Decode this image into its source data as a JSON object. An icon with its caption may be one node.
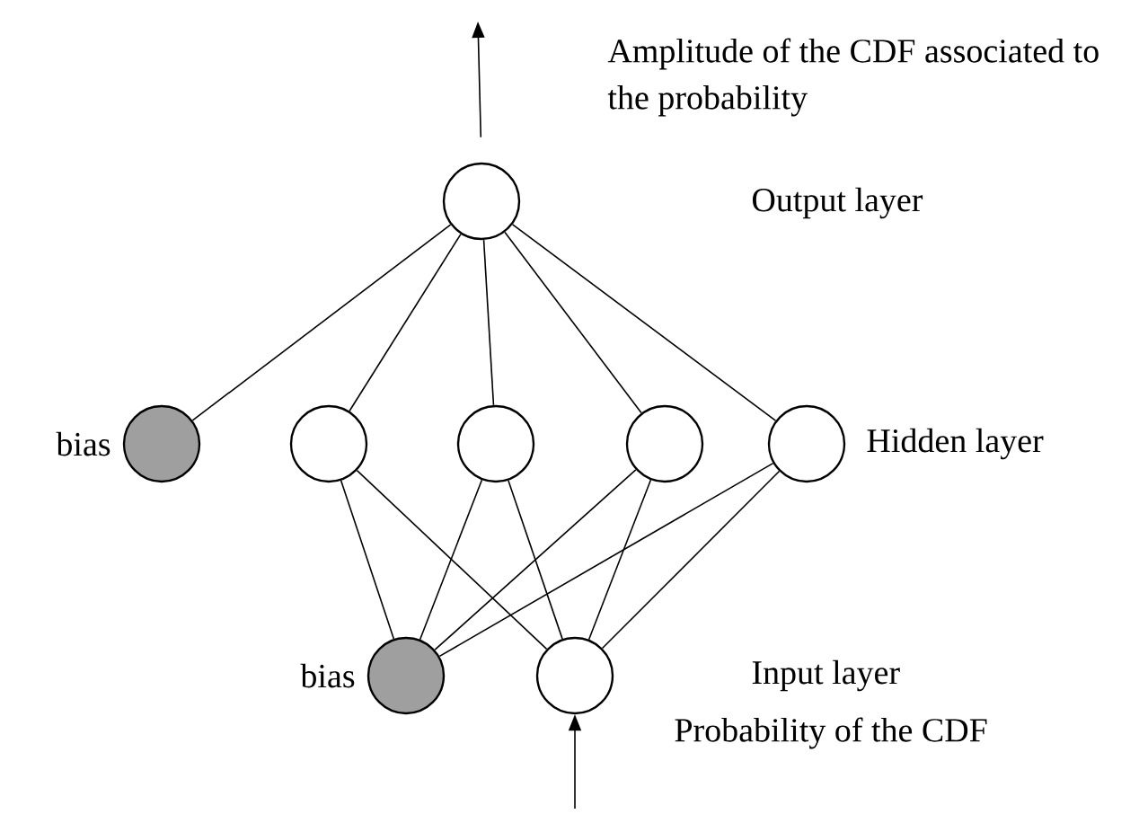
{
  "diagram": {
    "nodes": [
      {
        "text": [],
        "shape": "circle"
      },
      {
        "text": [],
        "shape": "circle",
        "beside": [
          "bias"
        ]
      },
      {
        "text": [],
        "shape": "circle"
      },
      {
        "text": [],
        "shape": "circle"
      },
      {
        "text": [],
        "shape": "circle"
      },
      {
        "text": [],
        "shape": "circle"
      },
      {
        "text": [],
        "shape": "circle",
        "beside": [
          "bias"
        ]
      },
      {
        "text": [],
        "shape": "circle"
      }
    ],
    "edges": [
      {
        "from": 0,
        "to": 1,
        "arrow": "none"
      },
      {
        "from": 0,
        "to": 2,
        "arrow": "none"
      },
      {
        "from": 0,
        "to": 3,
        "arrow": "none"
      },
      {
        "from": 0,
        "to": 4,
        "arrow": "none"
      },
      {
        "from": 0,
        "to": 5,
        "arrow": "none"
      },
      {
        "from": 2,
        "to": 6,
        "arrow": "none"
      },
      {
        "from": 2,
        "to": 7,
        "arrow": "none"
      },
      {
        "from": 3,
        "to": 6,
        "arrow": "none"
      },
      {
        "from": 3,
        "to": 7,
        "arrow": "none"
      },
      {
        "from": 4,
        "to": 6,
        "arrow": "none"
      },
      {
        "from": 4,
        "to": 7,
        "arrow": "none"
      },
      {
        "from": 5,
        "to": 6,
        "arrow": "none"
      },
      {
        "from": 5,
        "to": 7,
        "arrow": "none"
      },
      {
        "from": 0,
        "to": null,
        "arrow": "to"
      },
      {
        "from": null,
        "to": 7,
        "arrow": "to"
      }
    ],
    "labels": [
      "Amplitude of the CDF associated to the probability",
      "Output layer",
      "Hidden layer",
      "Input layer",
      "Probability of the CDF"
    ]
  }
}
